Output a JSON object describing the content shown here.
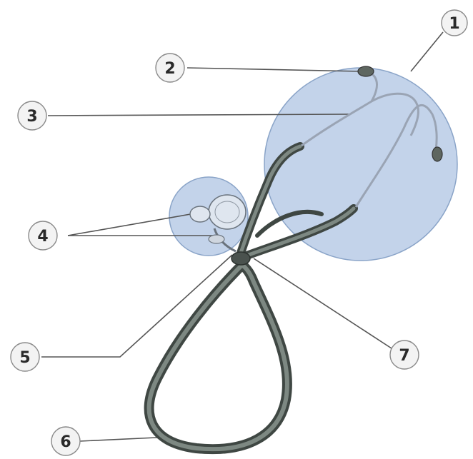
{
  "callouts": [
    {
      "id": "1",
      "label": "1"
    },
    {
      "id": "2",
      "label": "2"
    },
    {
      "id": "3",
      "label": "3"
    },
    {
      "id": "4",
      "label": "4"
    },
    {
      "id": "5",
      "label": "5"
    },
    {
      "id": "6",
      "label": "6"
    },
    {
      "id": "7",
      "label": "7"
    }
  ],
  "colors": {
    "tube": "#6f7a72",
    "tube_dark": "#3f4743",
    "highlight_fill": "#b9cbe6",
    "highlight_stroke": "#8aa4c8",
    "leader": "#555555",
    "badge_fill": "#f3f3f3",
    "badge_stroke": "#8a8a8a"
  }
}
